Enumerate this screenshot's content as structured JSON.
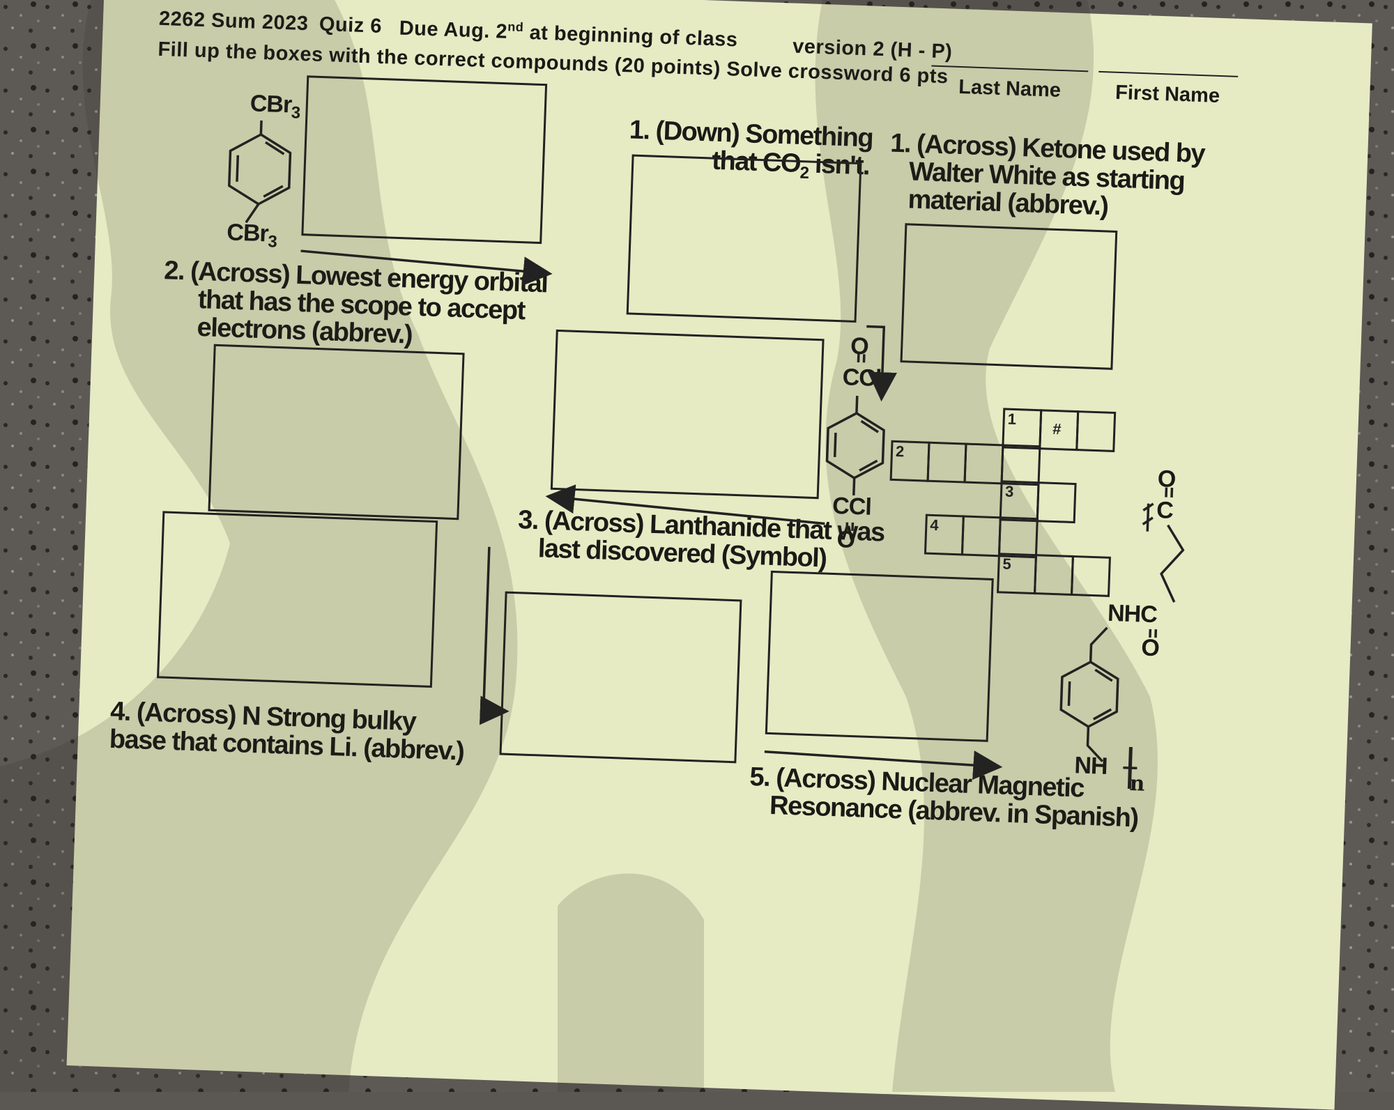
{
  "header": {
    "course": "2262 Sum 2023",
    "quiz": "Quiz 6",
    "due_prefix": "Due Aug. 2",
    "due_sup": "nd",
    "due_suffix": " at beginning of class",
    "version": "version 2 (H - P)",
    "instructions": "Fill up the boxes with the correct compounds (20 points) Solve crossword 6 pts",
    "last_name_label": "Last Name",
    "first_name_label": "First Name"
  },
  "clues": {
    "down1_line1": "1. (Down) Something",
    "down1_line2_pre": "that CO",
    "down1_sub": "2",
    "down1_line2_post": " isn't.",
    "across1_line1": "1. (Across) Ketone used by",
    "across1_line2": "Walter White as starting",
    "across1_line3": "material (abbrev.)",
    "across2_line1": "2. (Across) Lowest energy orbital",
    "across2_line2": "that has the scope to accept",
    "across2_line3": "electrons (abbrev.)",
    "across3_line1": "3. (Across) Lanthanide that was",
    "across3_line2": "last discovered (Symbol)",
    "across4_line1": "4. (Across) N Strong bulky",
    "across4_line2": "base that contains Li. (abbrev.)",
    "across5_line1": "5. (Across) Nuclear Magnetic",
    "across5_line2": "Resonance (abbrev. in Spanish)"
  },
  "structures": {
    "cbr3_top": "CBr3",
    "cbr3_bottom": "CBr3",
    "acyl_o_top": "O",
    "acyl_ccl_top": "CCl",
    "acyl_ccl_bottom": "CCl",
    "acyl_o_bottom": "O",
    "poly_o": "O",
    "poly_c": "C",
    "poly_nhc": "NHC",
    "poly_o2": "O",
    "poly_nh": "NH",
    "poly_n": "n"
  },
  "crossword": {
    "num1": "1",
    "num2": "2",
    "num3": "3",
    "num4": "4",
    "num5": "5",
    "hash": "#"
  }
}
